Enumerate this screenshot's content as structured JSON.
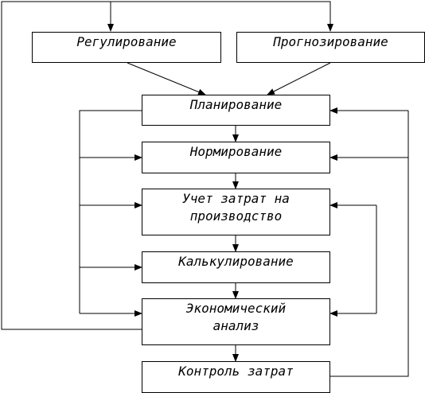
{
  "diagram": {
    "regulation": {
      "label": "Регулирование"
    },
    "forecasting": {
      "label": "Прогнозирование"
    },
    "planning": {
      "label": "Планирование"
    },
    "norming": {
      "label": "Нормирование"
    },
    "cost_accounting": {
      "line1": "Учет затрат на",
      "line2": "производство"
    },
    "costing": {
      "label": "Калькулирование"
    },
    "economic_analysis": {
      "line1": "Экономический",
      "line2": "анализ"
    },
    "cost_control": {
      "label": "Контроль затрат"
    }
  }
}
